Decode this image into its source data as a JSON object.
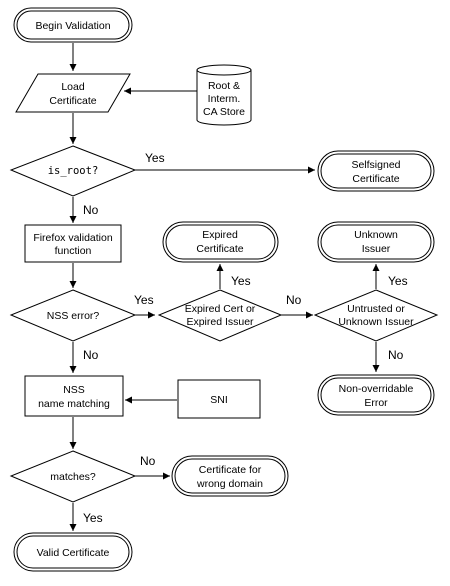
{
  "nodes": {
    "begin": "Begin Validation",
    "load": [
      "Load",
      "Certificate"
    ],
    "ca_store": [
      "Root &",
      "Interm.",
      "CA Store"
    ],
    "is_root": "is_root?",
    "selfsigned": [
      "Selfsigned",
      "Certificate"
    ],
    "firefox": [
      "Firefox validation",
      "function"
    ],
    "expired": [
      "Expired",
      "Certificate"
    ],
    "unknown": [
      "Unknown",
      "Issuer"
    ],
    "nss_error": "NSS error?",
    "expired_q": [
      "Expired Cert or",
      "Expired Issuer"
    ],
    "untrusted_q": [
      "Untrusted or",
      "Unknown Issuer"
    ],
    "nss_match": [
      "NSS",
      "name matching"
    ],
    "sni": "SNI",
    "non_override": [
      "Non-overridable",
      "Error"
    ],
    "matches": "matches?",
    "wrong_domain": [
      "Certificate for",
      "wrong domain"
    ],
    "valid": "Valid Certificate"
  },
  "edge_labels": {
    "is_root_yes": "Yes",
    "is_root_no": "No",
    "nss_error_yes": "Yes",
    "nss_error_no": "No",
    "expired_yes": "Yes",
    "expired_no": "No",
    "untrusted_yes": "Yes",
    "untrusted_no": "No",
    "matches_no": "No",
    "matches_yes": "Yes"
  }
}
